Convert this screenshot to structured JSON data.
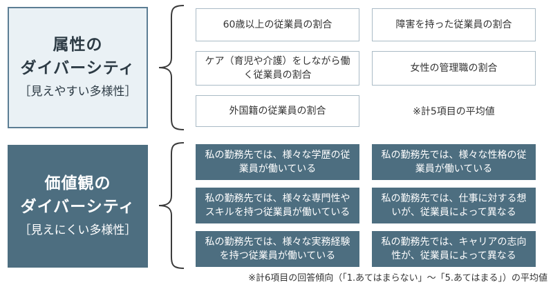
{
  "categories": [
    {
      "title": "属性の",
      "title2": "ダイバーシティ",
      "subtitle": "［見えやすい多様性］"
    },
    {
      "title": "価値観の",
      "title2": "ダイバーシティ",
      "subtitle": "［見えにくい多様性］"
    }
  ],
  "attribute_items": [
    "60歳以上の従業員の割合",
    "障害を持った従業員の割合",
    "ケア（育児や介護）をしながら働く従業員の割合",
    "女性の管理職の割合",
    "外国籍の従業員の割合"
  ],
  "attribute_note": "※計5項目の平均値",
  "value_items": [
    "私の勤務先では、様々な学歴の従業員が働いている",
    "私の勤務先では、様々な性格の従業員が働いている",
    "私の勤務先では、様々な専門性やスキルを持つ従業員が働いている",
    "私の勤務先では、仕事に対する想いが、従業員によって異なる",
    "私の勤務先では、様々な実務経験を持つ従業員が働いている",
    "私の勤務先では、キャリアの志向性が、従業員によって異なる"
  ],
  "footnote": "※計6項目の回答傾向（「1.あてはまらない」～「5.あてはまる」）の平均値",
  "colors": {
    "accent": "#4d6e80",
    "light_box": "#eaf1f5",
    "outline": "#a9bac5"
  }
}
